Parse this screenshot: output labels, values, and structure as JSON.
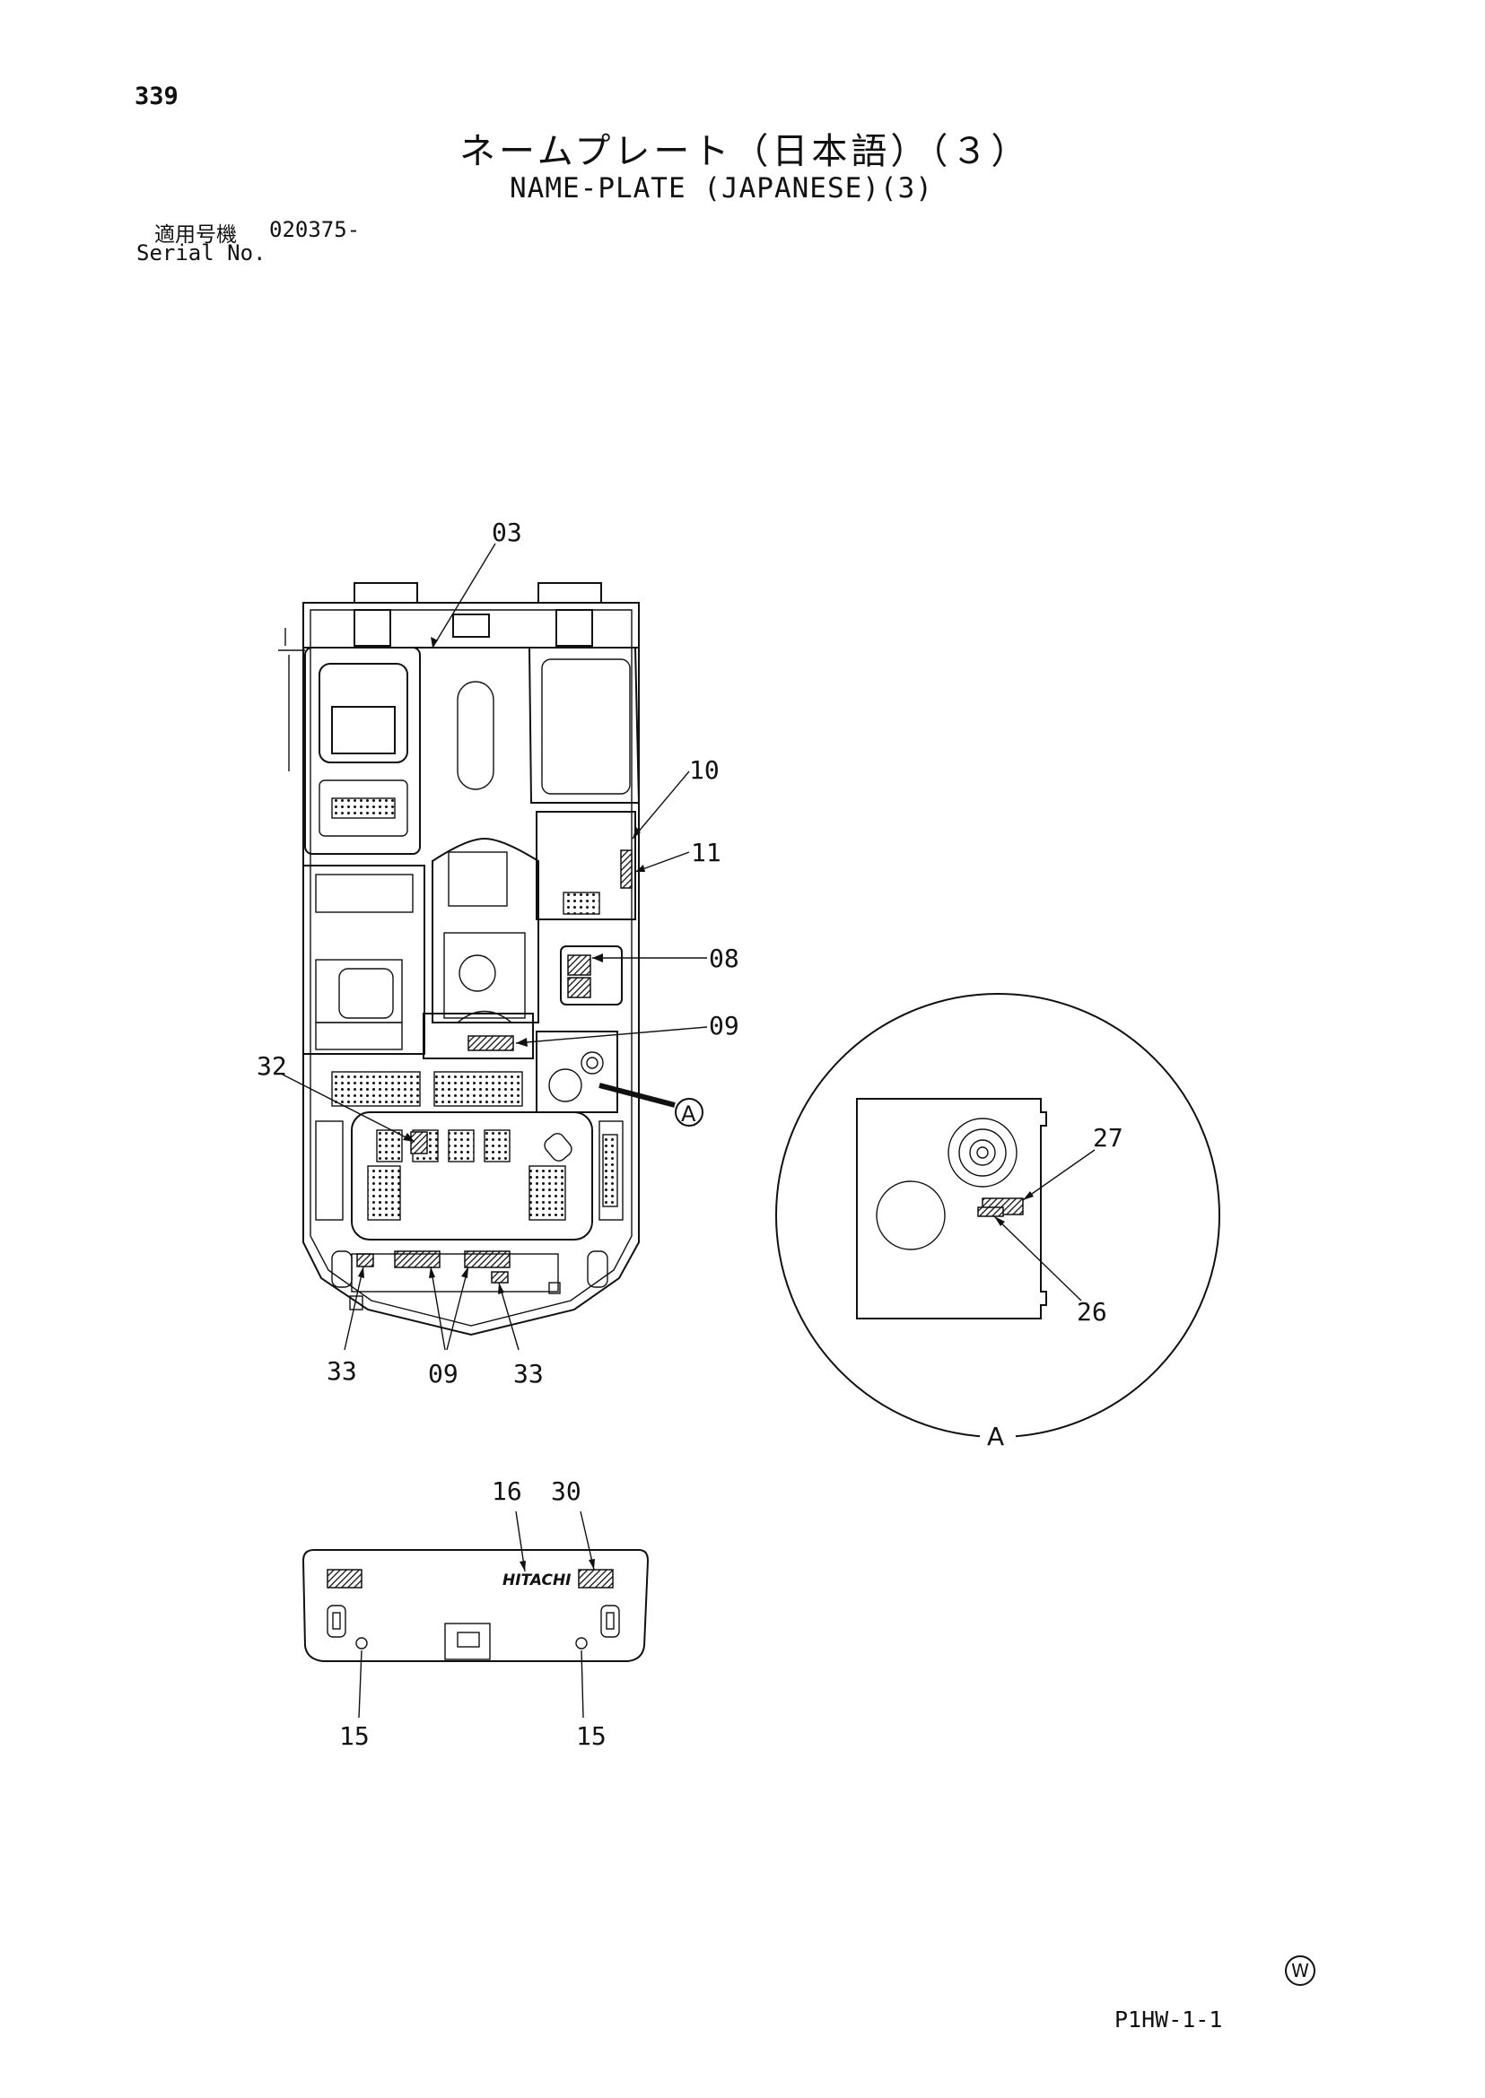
{
  "header": {
    "page_number": "339",
    "title_jp": "ネームプレート（日本語）（３）",
    "title_en": "NAME-PLATE (JAPANESE)(3)",
    "serial_label_jp": "適用号機",
    "serial_value": "020375-",
    "serial_label_en": "Serial No."
  },
  "callouts": {
    "c03": "03",
    "c10": "10",
    "c11": "11",
    "c08": "08",
    "c09_right": "09",
    "c32": "32",
    "c33_left": "33",
    "c09_bottom": "09",
    "c33_right": "33",
    "view_marker": "A",
    "c27": "27",
    "c26": "26",
    "detail_view_label": "A",
    "c16": "16",
    "c30": "30",
    "c15_left": "15",
    "c15_right": "15"
  },
  "counterweight": {
    "brand": "HITACHI"
  },
  "footer": {
    "doc_code": "P1HW-1-1",
    "mark": "W"
  }
}
